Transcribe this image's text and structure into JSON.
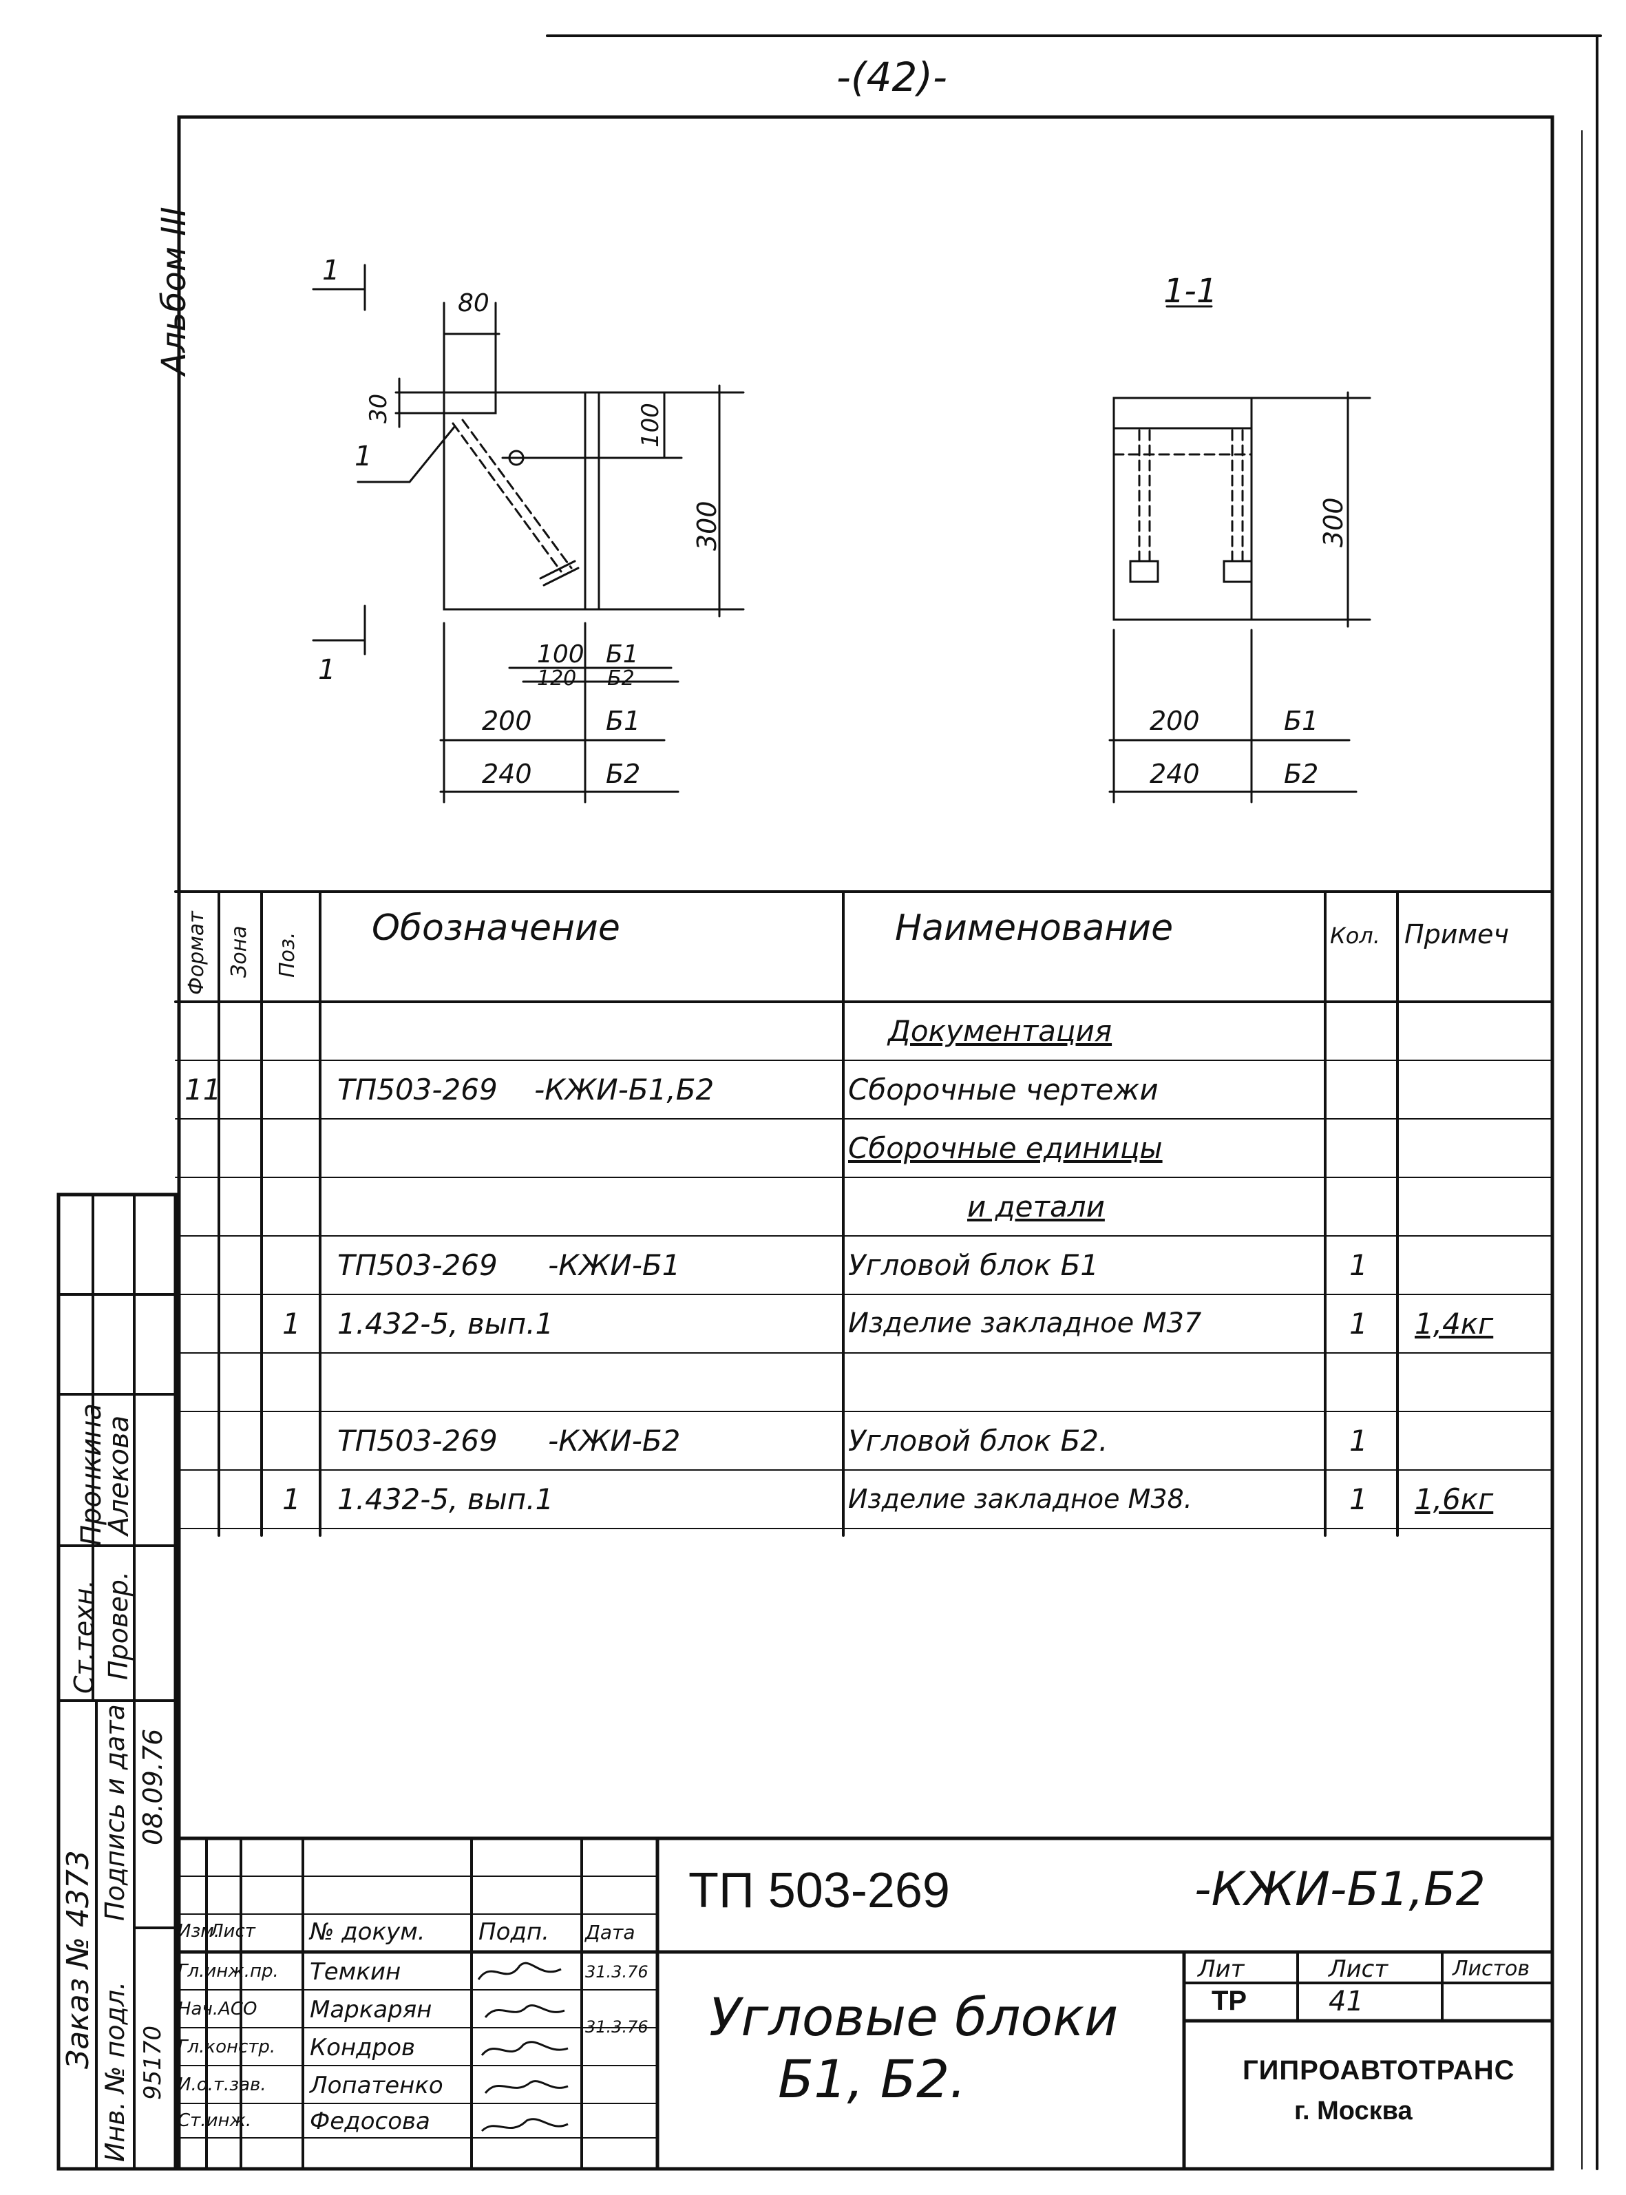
{
  "page": {
    "number": "42",
    "album": "Альбом III"
  },
  "drawing": {
    "plan": {
      "section_mark": "1",
      "dim_80": "80",
      "dim_30": "30",
      "dim_100_v": "100",
      "dim_300": "300",
      "dim_100_b1": "100",
      "dim_120_b2": "120",
      "dim_200": "200",
      "dim_240": "240",
      "mark_b1_a": "Б1",
      "mark_b2_a": "Б2",
      "mark_b1_b": "Б1",
      "mark_b2_b": "Б2",
      "leader_1": "1"
    },
    "section": {
      "title": "1-1",
      "dim_300": "300",
      "dim_200": "200",
      "dim_240": "240",
      "mark_b1": "Б1",
      "mark_b2": "Б2"
    }
  },
  "spec": {
    "headers": {
      "format": "Формат",
      "zone": "Зона",
      "pos": "Поз.",
      "designation": "Обозначение",
      "name": "Наименование",
      "qty": "Кол.",
      "note": "Примеч"
    },
    "rows": [
      {
        "format": "",
        "pos": "",
        "designation": "",
        "name": "Документация",
        "qty": "",
        "note": "",
        "underline": true
      },
      {
        "format": "11",
        "pos": "",
        "designation": "ТП503-269 -КЖИ-Б1,Б2",
        "name": "Сборочные чертежи",
        "qty": "",
        "note": "",
        "underline": false
      },
      {
        "format": "",
        "pos": "",
        "designation": "",
        "name": "Сборочные единицы",
        "qty": "",
        "note": "",
        "underline": true
      },
      {
        "format": "",
        "pos": "",
        "designation": "",
        "name": "и детали",
        "qty": "",
        "note": "",
        "underline": true
      },
      {
        "format": "",
        "pos": "",
        "designation": "ТП503-269 -КЖИ-Б1",
        "name": "Угловой блок Б1",
        "qty": "1",
        "note": "",
        "underline": false
      },
      {
        "format": "",
        "pos": "1",
        "designation": "1.432-5, вып.1",
        "name": "Изделие закладное М37",
        "qty": "1",
        "note": "1,4кг",
        "underline": false
      },
      {
        "format": "",
        "pos": "",
        "designation": "",
        "name": "",
        "qty": "",
        "note": "",
        "underline": false
      },
      {
        "format": "",
        "pos": "",
        "designation": "ТП503-269 -КЖИ-Б2",
        "name": "Угловой блок Б2.",
        "qty": "1",
        "note": "",
        "underline": false
      },
      {
        "format": "",
        "pos": "1",
        "designation": "1.432-5, вып.1",
        "name": "Изделие закладное М38.",
        "qty": "1",
        "note": "1,6кг",
        "underline": false
      }
    ]
  },
  "left_margin": {
    "order": "Заказ № 4373",
    "sign_date_label": "Подпись и дата",
    "sign_date_value": "08.09.76",
    "inv_label": "Инв. № подл.",
    "inv_value": "95170",
    "st_techn": "Ст.техн.",
    "checked": "Провер.",
    "pronkina": "Пронкина",
    "alekova": "Алекова"
  },
  "title_block": {
    "code": "ТП 503-269",
    "code_suffix": "-КЖИ-Б1,Б2",
    "product_name_1": "Угловые блоки",
    "product_name_2": "Б1, Б2.",
    "header_change": "Изм.",
    "header_sheet": "Лист",
    "header_doc": "№ докум.",
    "header_sign": "Подп.",
    "header_date": "Дата",
    "signers": [
      {
        "role": "Гл.инж.пр.",
        "name": "Темкин",
        "sign": "",
        "date": "31.3.76"
      },
      {
        "role": "Нач.АСО",
        "name": "Маркарян",
        "sign": "",
        "date": ""
      },
      {
        "role": "Гл.констр.",
        "name": "Кондров",
        "sign": "",
        "date": "31.3.76"
      },
      {
        "role": "И.о.т.зав.",
        "name": "Лопатенко",
        "sign": "",
        "date": ""
      },
      {
        "role": "Ст.инж.",
        "name": "Федосова",
        "sign": "",
        "date": ""
      }
    ],
    "lit_label": "Лит",
    "sheet_label": "Лист",
    "sheets_label": "Листов",
    "lit_value": "ТР",
    "sheet_value": "41",
    "sheets_value": "",
    "org_name": "ГИПРОАВТОТРАНС",
    "org_city": "г. Москва"
  }
}
